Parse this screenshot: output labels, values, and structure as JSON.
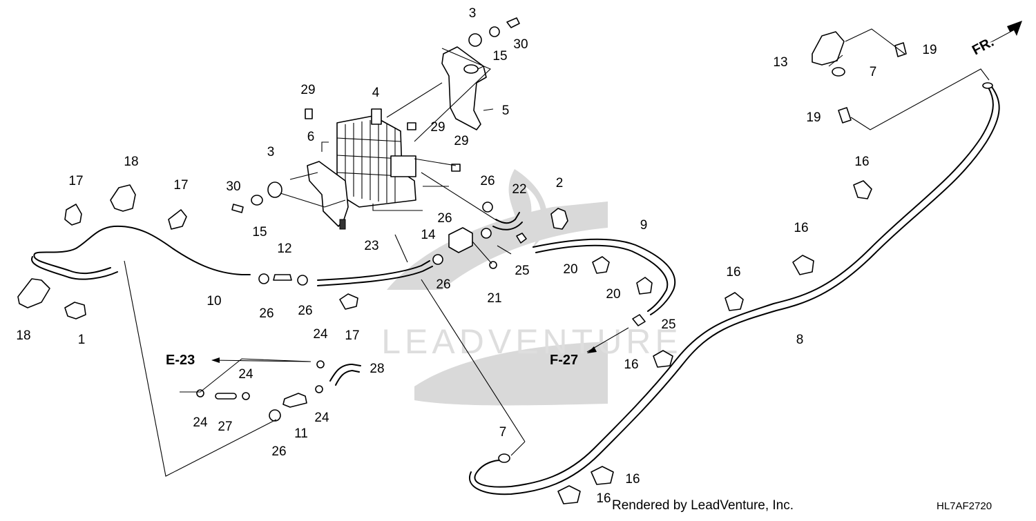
{
  "diagram": {
    "callouts": [
      {
        "id": "c3a",
        "label": "3"
      },
      {
        "id": "c15a",
        "label": "15"
      },
      {
        "id": "c30a",
        "label": "30"
      },
      {
        "id": "c5",
        "label": "5"
      },
      {
        "id": "c4",
        "label": "4"
      },
      {
        "id": "c29a",
        "label": "29"
      },
      {
        "id": "c29b",
        "label": "29"
      },
      {
        "id": "c29c",
        "label": "29"
      },
      {
        "id": "c6",
        "label": "6"
      },
      {
        "id": "c3b",
        "label": "3"
      },
      {
        "id": "c30b",
        "label": "30"
      },
      {
        "id": "c15b",
        "label": "15"
      },
      {
        "id": "c18a",
        "label": "18"
      },
      {
        "id": "c17a",
        "label": "17"
      },
      {
        "id": "c17b",
        "label": "17"
      },
      {
        "id": "c18b",
        "label": "18"
      },
      {
        "id": "c1",
        "label": "1"
      },
      {
        "id": "c10",
        "label": "10"
      },
      {
        "id": "c12",
        "label": "12"
      },
      {
        "id": "c26a",
        "label": "26"
      },
      {
        "id": "c26b",
        "label": "26"
      },
      {
        "id": "c23",
        "label": "23"
      },
      {
        "id": "c17c",
        "label": "17"
      },
      {
        "id": "c26c",
        "label": "26"
      },
      {
        "id": "c22",
        "label": "22"
      },
      {
        "id": "c2",
        "label": "2"
      },
      {
        "id": "c26d",
        "label": "26"
      },
      {
        "id": "c14",
        "label": "14"
      },
      {
        "id": "c25a",
        "label": "25"
      },
      {
        "id": "c26e",
        "label": "26"
      },
      {
        "id": "c21",
        "label": "21"
      },
      {
        "id": "c9",
        "label": "9"
      },
      {
        "id": "c20a",
        "label": "20"
      },
      {
        "id": "c20b",
        "label": "20"
      },
      {
        "id": "c25b",
        "label": "25"
      },
      {
        "id": "c24a",
        "label": "24"
      },
      {
        "id": "c28",
        "label": "28"
      },
      {
        "id": "c24b",
        "label": "24"
      },
      {
        "id": "c24c",
        "label": "24"
      },
      {
        "id": "c27",
        "label": "27"
      },
      {
        "id": "c11",
        "label": "11"
      },
      {
        "id": "c24d",
        "label": "24"
      },
      {
        "id": "c26f",
        "label": "26"
      },
      {
        "id": "c7a",
        "label": "7"
      },
      {
        "id": "c16a",
        "label": "16"
      },
      {
        "id": "c16b",
        "label": "16"
      },
      {
        "id": "c16c",
        "label": "16"
      },
      {
        "id": "c16d",
        "label": "16"
      },
      {
        "id": "c16e",
        "label": "16"
      },
      {
        "id": "c16f",
        "label": "16"
      },
      {
        "id": "c8",
        "label": "8"
      },
      {
        "id": "c13",
        "label": "13"
      },
      {
        "id": "c19a",
        "label": "19"
      },
      {
        "id": "c7b",
        "label": "7"
      },
      {
        "id": "c19b",
        "label": "19"
      }
    ],
    "references": {
      "e23": "E-23",
      "f27": "F-27"
    },
    "direction_label": "FR.",
    "footer_text": "Rendered by LeadVenture, Inc.",
    "diagram_code": "HL7AF2720",
    "watermark_text": "LEADVENTURE"
  }
}
